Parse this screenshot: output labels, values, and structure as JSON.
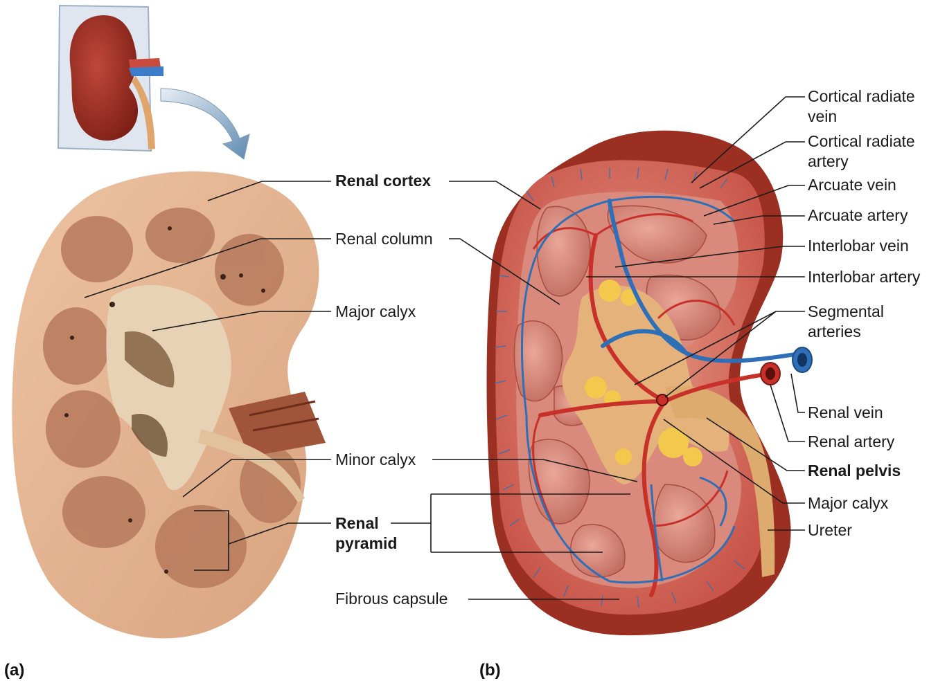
{
  "labels_center": {
    "renal_cortex": "Renal cortex",
    "renal_column": "Renal column",
    "major_calyx": "Major calyx",
    "minor_calyx": "Minor calyx",
    "renal_pyramid_line1": "Renal",
    "renal_pyramid_line2": "pyramid",
    "fibrous_capsule": "Fibrous capsule"
  },
  "labels_right": {
    "cortical_radiate_vein_line1": "Cortical radiate",
    "cortical_radiate_vein_line2": "vein",
    "cortical_radiate_artery_line1": "Cortical radiate",
    "cortical_radiate_artery_line2": "artery",
    "arcuate_vein": "Arcuate vein",
    "arcuate_artery": "Arcuate artery",
    "interlobar_vein": "Interlobar vein",
    "interlobar_artery": "Interlobar artery",
    "segmental_arteries_line1": "Segmental",
    "segmental_arteries_line2": "arteries",
    "renal_vein": "Renal vein",
    "renal_artery": "Renal artery",
    "renal_pelvis": "Renal pelvis",
    "major_calyx": "Major calyx",
    "ureter": "Ureter"
  },
  "panels": {
    "a": "(a)",
    "b": "(b)"
  },
  "colors": {
    "specimen_tissue": "#e7b792",
    "specimen_medulla": "#b77a5c",
    "cortex_red": "#c9554a",
    "pyramid_pink": "#d9887d",
    "capsule_dark": "#9b2f22",
    "pelvis_tan": "#e4b27a",
    "artery_red": "#c8302a",
    "vein_blue": "#2f6fb7",
    "fat_yellow": "#f2c94c",
    "leader_line": "#1a1a1a"
  }
}
